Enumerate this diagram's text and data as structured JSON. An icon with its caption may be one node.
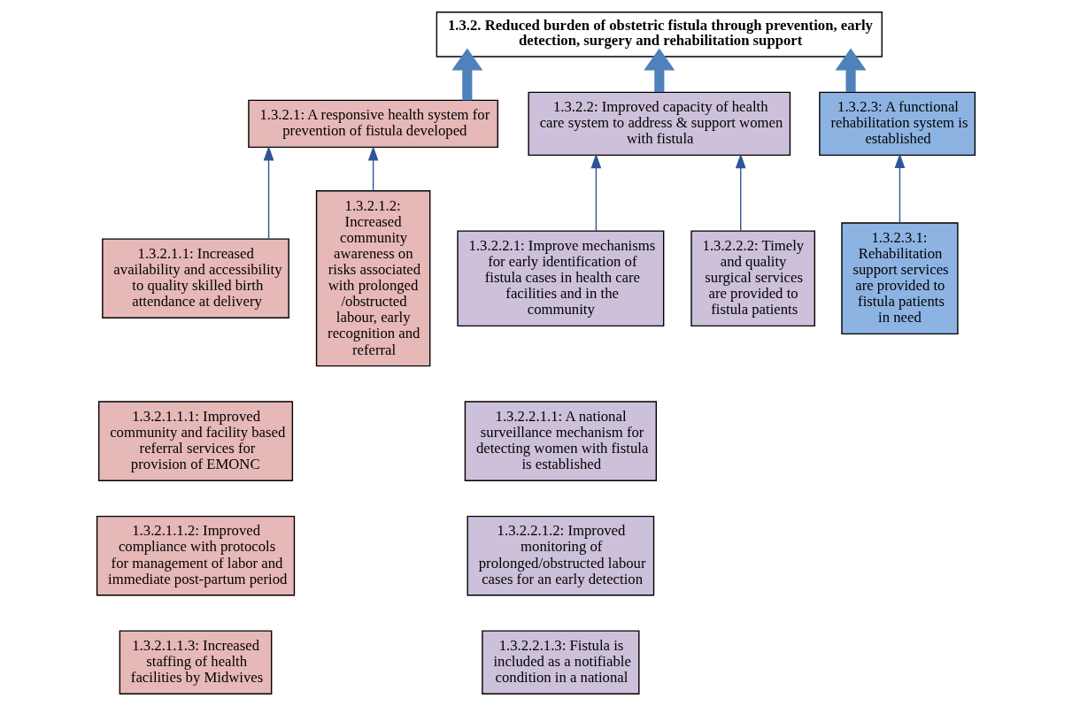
{
  "diagram": {
    "nodes": [
      {
        "text": [
          "1.3.2. Reduced burden of obstetric fistula through prevention, early detection, surgery and rehabilitation support"
        ]
      },
      {
        "text": [
          "1.3.2.1: A responsive health system for prevention of fistula developed"
        ]
      },
      {
        "text": [
          "1.3.2.2: Improved capacity of health care system to address & support women with fistula"
        ]
      },
      {
        "text": [
          "1.3.2.3: A functional rehabilitation system is established"
        ]
      },
      {
        "text": [
          "1.3.2.1.1: Increased availability and accessibility to quality skilled birth attendance at delivery"
        ]
      },
      {
        "text": [
          "1.3.2.1.1.1: Improved community and facility based referral services for provision of EMONC"
        ]
      },
      {
        "text": [
          "1.3.2.1.1.2: Improved compliance with protocols for management of labor and immediate post-partum period"
        ]
      },
      {
        "text": [
          "1.3.2.1.1.3: Increased staffing of health facilities by Midwives"
        ]
      },
      {
        "text": [
          "1.3.2.1.2: Increased community awareness on risks associated with prolonged /obstructed labour, early recognition and referral"
        ]
      },
      {
        "text": [
          "1.3.2.2.1: Improve mechanisms for early identification of fistula cases in health care facilities and in the community"
        ]
      },
      {
        "text": [
          "1.3.2.2.1.1: A national surveillance mechanism for detecting women with fistula is established"
        ]
      },
      {
        "text": [
          "1.3.2.2.1.2: Improved monitoring of prolonged/obstructed labour cases for an early detection"
        ]
      },
      {
        "text": [
          "1.3.2.2.1.3: Fistula is included as a notifiable condition in a national"
        ]
      },
      {
        "text": [
          "1.3.2.2.2: Timely and quality surgical services are provided to fistula patients"
        ]
      },
      {
        "text": [
          "1.3.2.3.1: Rehabilitation support services are provided to fistula patients in need"
        ]
      }
    ],
    "edges": [
      {
        "from": 1,
        "to": 0,
        "arrow": "to",
        "style": "thick",
        "color": "#4f81bd"
      },
      {
        "from": 2,
        "to": 0,
        "arrow": "to",
        "style": "thick",
        "color": "#4f81bd"
      },
      {
        "from": 3,
        "to": 0,
        "arrow": "to",
        "style": "thick",
        "color": "#4f81bd"
      },
      {
        "from": 4,
        "to": 1,
        "arrow": "to"
      },
      {
        "from": 8,
        "to": 1,
        "arrow": "to"
      },
      {
        "from": 9,
        "to": 2,
        "arrow": "to"
      },
      {
        "from": 13,
        "to": 2,
        "arrow": "to"
      },
      {
        "from": 14,
        "to": 3,
        "arrow": "to"
      }
    ]
  }
}
